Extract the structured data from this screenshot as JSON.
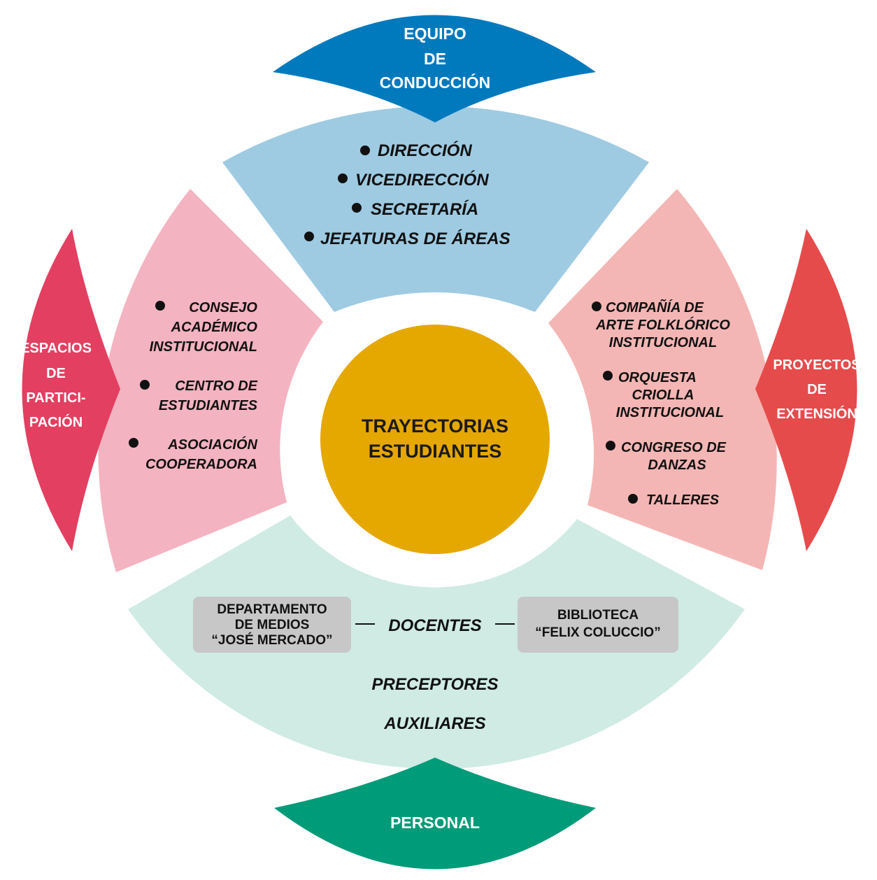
{
  "center": {
    "line1": "TRAYECTORIAS",
    "line2": "ESTUDIANTES",
    "color": "#E5A800"
  },
  "top": {
    "header": [
      "EQUIPO",
      "DE",
      "CONDUCCIÓN"
    ],
    "header_color": "#0079BD",
    "sector_color": "#9ECBE2",
    "items": [
      "DIRECCIÓN",
      "VICEDIRECCIÓN",
      "SECRETARÍA",
      "JEFATURAS DE ÁREAS"
    ]
  },
  "left": {
    "header": [
      "ESPACIOS",
      "DE",
      "PARTICI-",
      "PACIÓN"
    ],
    "header_color": "#E33F61",
    "sector_color": "#F4B3C0",
    "items": [
      [
        "CONSEJO",
        "ACADÉMICO",
        "INSTITUCIONAL"
      ],
      [
        "CENTRO DE",
        "ESTUDIANTES"
      ],
      [
        "ASOCIACIÓN",
        "COOPERADORA"
      ]
    ]
  },
  "right": {
    "header": [
      "PROYECTOS",
      "DE",
      "EXTENSIÓN"
    ],
    "header_color": "#E64B4B",
    "sector_color": "#F4B6B4",
    "items": [
      [
        "COMPAÑÍA DE",
        "ARTE FOLKLÓRICO",
        "INSTITUCIONAL"
      ],
      [
        "ORQUESTA",
        "CRIOLLA",
        "INSTITUCIONAL"
      ],
      [
        "CONGRESO DE",
        "DANZAS"
      ],
      [
        "TALLERES"
      ]
    ]
  },
  "bottom": {
    "header": [
      "PERSONAL"
    ],
    "header_color": "#009B78",
    "sector_color": "#CFEBE4",
    "box_left": [
      "DEPARTAMENTO",
      "DE MEDIOS",
      "“JOSÉ MERCADO”"
    ],
    "box_right": [
      "BIBLIOTECA",
      "“FELIX COLUCCIO”"
    ],
    "box_color": "#C7C7C7",
    "docentes": "DOCENTES",
    "preceptores": "PRECEPTORES",
    "auxiliares": "AUXILIARES"
  }
}
